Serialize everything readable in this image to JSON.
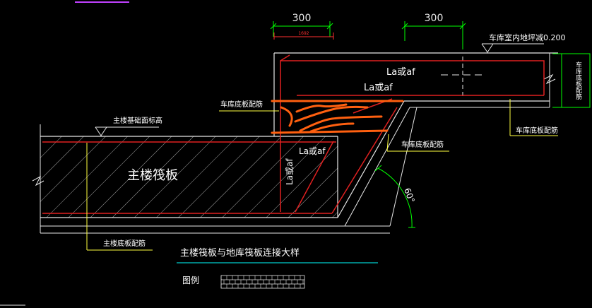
{
  "dimensions": {
    "left": "300",
    "right": "300",
    "small": "1692"
  },
  "labels": {
    "garage_floor_elev": "车库室内地坪减0.200",
    "garage_bottom_bar_side": "车库底板配筋",
    "garage_bottom_bar_left": "车库底板配筋",
    "garage_bottom_bar_right": "车库底板配筋",
    "garage_bottom_bar_slope": "车库底板配筋",
    "main_top_elev": "主楼基础面标高",
    "main_bottom_bar": "主楼底板配筋",
    "raft_label": "主楼筏板",
    "la_1": "La或af",
    "la_2": "La或af",
    "la_3": "La或af",
    "la_4": "La或af",
    "angle": "60°",
    "caption": "主楼筏板与地库筏板连接大样",
    "legend": "图例"
  },
  "colors": {
    "background": "#000000",
    "outline": "#e8e8e8",
    "rebar": "#e02020",
    "callout": "#ffff40",
    "text": "#ffffff",
    "dim": "#00ff00",
    "caption": "#ff40ff",
    "leader": "#00ffff",
    "markup": "#ff6010"
  }
}
